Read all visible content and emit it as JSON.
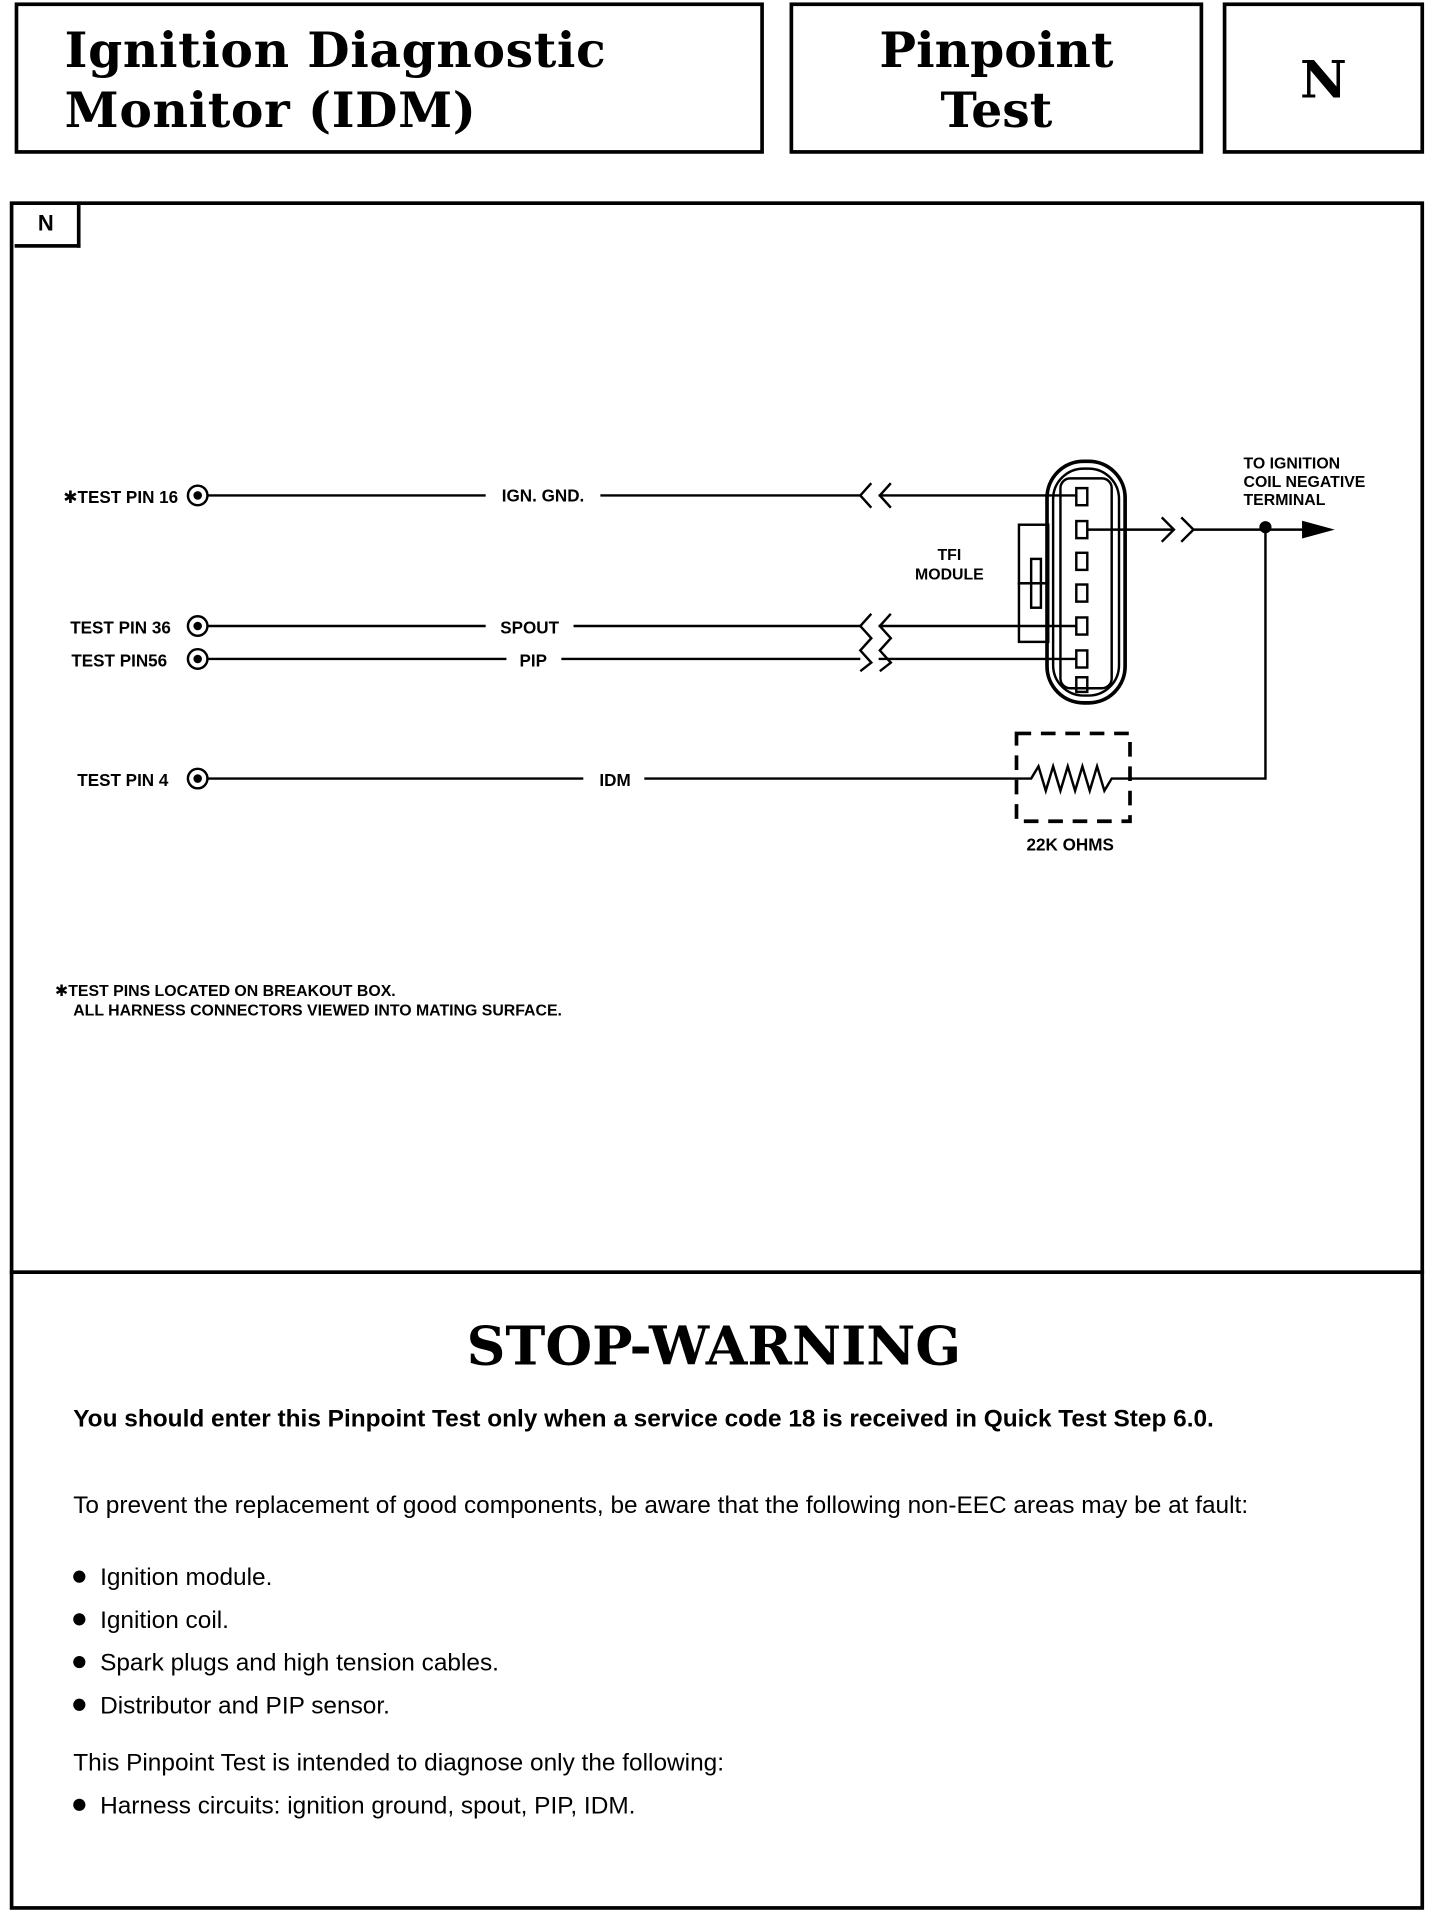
{
  "header": {
    "title_line1": "Ignition Diagnostic",
    "title_line2": "Monitor (IDM)",
    "kind_line1": "Pinpoint",
    "kind_line2": "Test",
    "test_id": "N"
  },
  "section_tag": "N",
  "diagram": {
    "pins": [
      {
        "label": "✱TEST PIN 16",
        "circuit": "IGN. GND."
      },
      {
        "label": "TEST PIN 36",
        "circuit": "SPOUT"
      },
      {
        "label": "TEST PIN56",
        "circuit": "PIP"
      },
      {
        "label": "TEST PIN 4",
        "circuit": "IDM"
      }
    ],
    "module_line1": "TFI",
    "module_line2": "MODULE",
    "coil_line1": "TO IGNITION",
    "coil_line2": "COIL NEGATIVE",
    "coil_line3": "TERMINAL",
    "resistor_label": "22K OHMS",
    "note_line1": "✱TEST PINS LOCATED ON BREAKOUT BOX.",
    "note_line2": "ALL HARNESS CONNECTORS VIEWED INTO MATING SURFACE."
  },
  "warning": {
    "title": "STOP-WARNING",
    "para1": "You should enter this Pinpoint Test only when a service code 18 is received in Quick Test Step 6.0.",
    "para2": "To prevent the replacement of good components, be aware that the following non-EEC areas may be at fault:",
    "areas": [
      "Ignition module.",
      "Ignition coil.",
      "Spark plugs and high tension cables.",
      "Distributor and PIP sensor."
    ],
    "para3": "This Pinpoint Test is intended to diagnose only the following:",
    "scope": [
      "Harness circuits: ignition ground, spout, PIP, IDM."
    ]
  }
}
